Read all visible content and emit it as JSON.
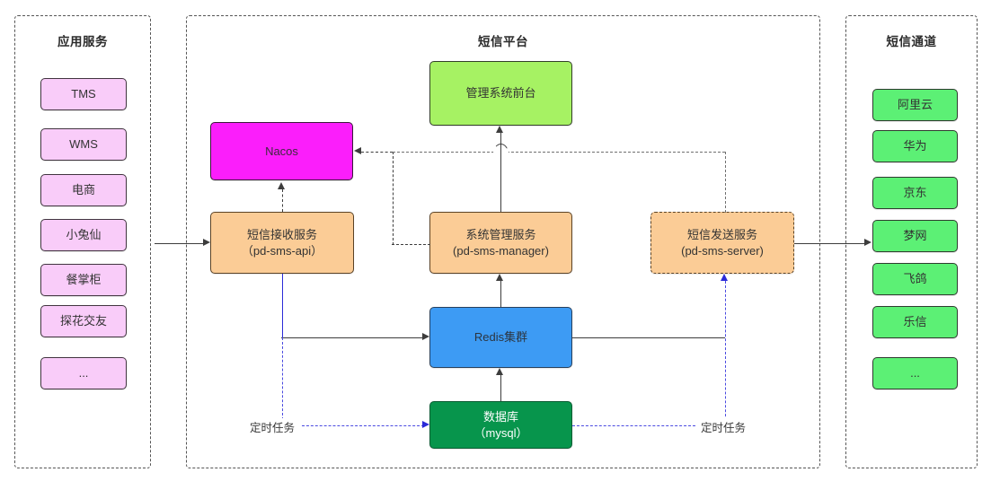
{
  "diagram": {
    "panels": [
      {
        "id": "app-services",
        "title": "应用服务",
        "nodes": [
          {
            "label": "TMS"
          },
          {
            "label": "WMS"
          },
          {
            "label": "电商"
          },
          {
            "label": "小兔仙"
          },
          {
            "label": "餐掌柜"
          },
          {
            "label": "探花交友"
          },
          {
            "label": "..."
          }
        ]
      },
      {
        "id": "sms-platform",
        "title": "短信平台",
        "nodes": [
          {
            "id": "admin-frontend",
            "label": "管理系统前台",
            "color": "#a6f263"
          },
          {
            "id": "nacos",
            "label": "Nacos",
            "color": "#fb1efb"
          },
          {
            "id": "sms-api",
            "label": "短信接收服务\n（pd-sms-api）",
            "color": "#fbcc96"
          },
          {
            "id": "sms-manager",
            "label": "系统管理服务\n(pd-sms-manager)",
            "color": "#fbcc96"
          },
          {
            "id": "sms-server",
            "label": "短信发送服务\n(pd-sms-server)",
            "color": "#fbcc96"
          },
          {
            "id": "redis",
            "label": "Redis集群",
            "color": "#3d9bf4"
          },
          {
            "id": "mysql",
            "label": "数据库\n（mysql）",
            "color": "#07954c"
          }
        ],
        "edge_labels": [
          {
            "id": "scheduled-task-left",
            "label": "定时任务"
          },
          {
            "id": "scheduled-task-right",
            "label": "定时任务"
          }
        ]
      },
      {
        "id": "sms-channels",
        "title": "短信通道",
        "nodes": [
          {
            "label": "阿里云"
          },
          {
            "label": "华为"
          },
          {
            "label": "京东"
          },
          {
            "label": "梦网"
          },
          {
            "label": "飞鸽"
          },
          {
            "label": "乐信"
          },
          {
            "label": "..."
          }
        ]
      }
    ],
    "colors": {
      "app_node": "#f9ccf9",
      "channel_node": "#5cf075",
      "frontend_node": "#a6f263",
      "nacos_node": "#fb1efb",
      "service_node": "#fbcc96",
      "redis_node": "#3d9bf4",
      "db_node": "#07954c",
      "connector": "#3d3d3d",
      "scheduled_connector": "#2b2bd8",
      "panel_border": "#555555"
    }
  }
}
